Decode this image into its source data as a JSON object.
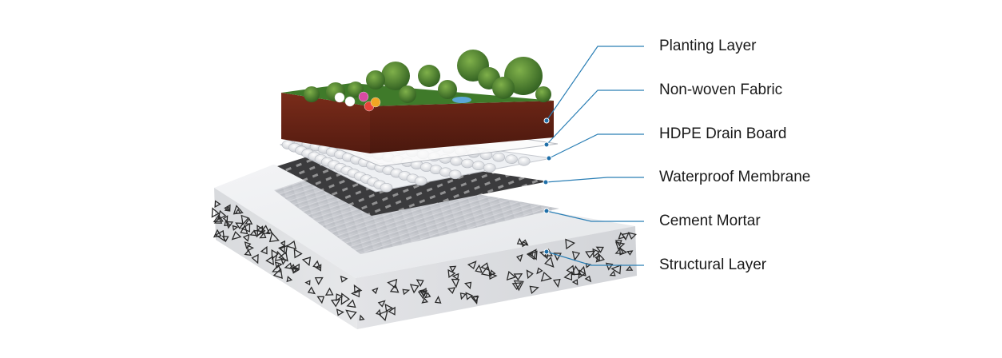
{
  "layers": [
    {
      "label": "Planting Layer"
    },
    {
      "label": "Non-woven Fabric"
    },
    {
      "label": "HDPE Drain Board"
    },
    {
      "label": "Waterproof Membrane"
    },
    {
      "label": "Cement Mortar"
    },
    {
      "label": "Structural Layer"
    }
  ],
  "colors": {
    "leader_line": "#2b7fb5",
    "leader_dot": "#1f6fa8",
    "soil_box": "#5a1e12",
    "concrete": "#e9eaec",
    "membrane": "#3b3b3d",
    "foliage": "#3f7a2a"
  }
}
